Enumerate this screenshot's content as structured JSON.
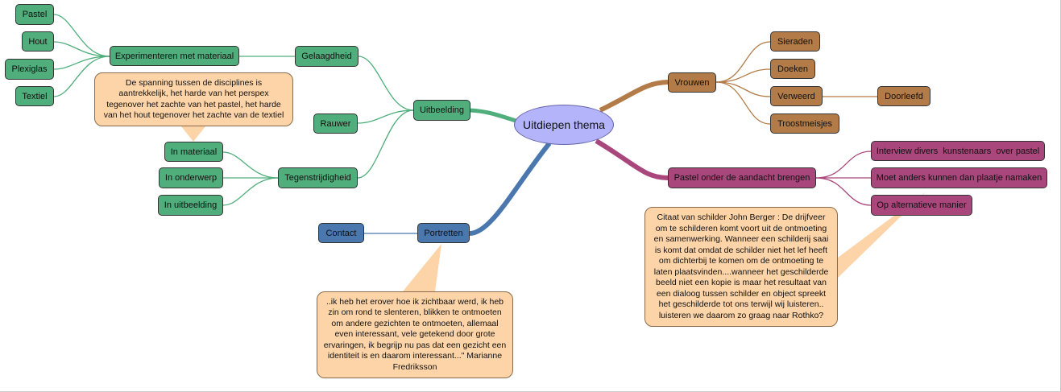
{
  "center": "Uitdiepen thema",
  "colors": {
    "green": "#4fae7b",
    "blue": "#4a78ae",
    "brown": "#b27b47",
    "pink": "#a9467b",
    "callout": "#fdd4a8",
    "center": "#b4b4fb"
  },
  "uitbeelding": {
    "label": "Uitbeelding",
    "gelaagdheid": "Gelaagdheid",
    "rauwer": "Rauwer",
    "tegenstrijdigheid": "Tegenstrijdigheid",
    "experimenteren": "Experimenteren met materiaal",
    "materials": [
      "Pastel",
      "Hout",
      "Plexiglas",
      "Textiel"
    ],
    "tegen_items": [
      "In materiaal",
      "In onderwerp",
      "In uitbeelding"
    ],
    "note": "De spanning tussen de disciplines is aantrekkelijk, het harde van het perspex tegenover het zachte van het pastel, het harde van het hout tegenover het zachte van de textiel"
  },
  "portretten": {
    "label": "Portretten",
    "contact": "Contact",
    "note": "..ik heb het erover hoe ik zichtbaar werd, ik heb zin om rond te slenteren, blikken te ontmoeten om andere gezichten te ontmoeten, allemaal even interessant, vele getekend door grote ervaringen, ik begrijp nu pas dat een gezicht een identiteit is en daarom interessant...\" Marianne Fredriksson"
  },
  "vrouwen": {
    "label": "Vrouwen",
    "items": [
      "Sieraden",
      "Doeken",
      "Verweerd",
      "Troostmeisjes"
    ],
    "doorleefd": "Doorleefd"
  },
  "pastel": {
    "label": "Pastel onder de aandacht brengen",
    "items": [
      "Interview divers  kunstenaars  over pastel",
      "Moet anders kunnen dan plaatje namaken",
      "Op alternatieve manier"
    ],
    "note": "Citaat van schilder John Berger : De drijfveer om te schilderen komt voort uit de ontmoeting en samenwerking. Wanneer een schilderij saai is komt dat omdat de schilder niet het lef heeft om dichterbij te komen om de ontmoeting te laten plaatsvinden....wanneer het geschilderde beeld niet een kopie is maar het resultaat van een dialoog tussen schilder en object spreekt het geschilderde tot ons terwijl wij luisteren.. luisteren we daarom zo graag naar Rothko?"
  }
}
